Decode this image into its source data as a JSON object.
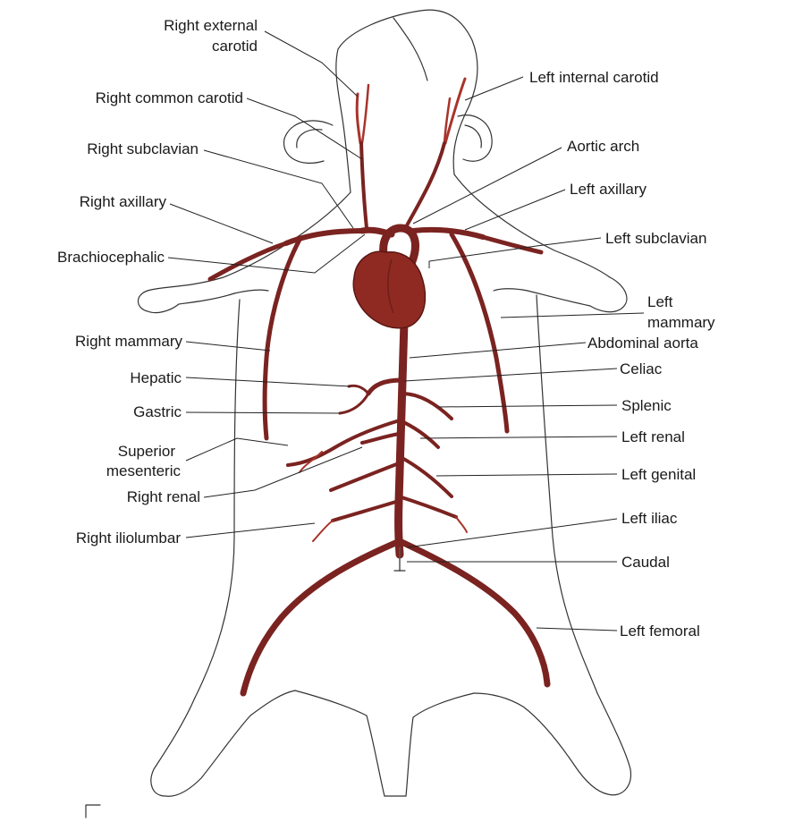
{
  "diagram": {
    "colors": {
      "artery": "#7a2320",
      "artery_light": "#a8342c",
      "heart": "#8f2a22",
      "outline": "#333333",
      "label_text": "#1a1a1a"
    },
    "labels": {
      "right_external_carotid_line1": "Right external",
      "right_external_carotid_line2": "carotid",
      "right_common_carotid": "Right common carotid",
      "right_subclavian": "Right subclavian",
      "right_axillary": "Right axillary",
      "brachiocephalic": "Brachiocephalic",
      "right_mammary": "Right mammary",
      "hepatic": "Hepatic",
      "gastric": "Gastric",
      "superior_mesenteric_line1": "Superior",
      "superior_mesenteric_line2": "mesenteric",
      "right_renal": "Right renal",
      "right_iliolumbar": "Right iliolumbar",
      "left_internal_carotid": "Left internal carotid",
      "aortic_arch": "Aortic arch",
      "left_axillary": "Left axillary",
      "left_subclavian": "Left subclavian",
      "left_mammary_line1": "Left",
      "left_mammary_line2": "mammary",
      "abdominal_aorta": "Abdominal aorta",
      "celiac": "Celiac",
      "splenic": "Splenic",
      "left_renal": "Left renal",
      "left_genital": "Left genital",
      "left_iliac": "Left iliac",
      "caudal": "Caudal",
      "left_femoral": "Left femoral"
    }
  }
}
